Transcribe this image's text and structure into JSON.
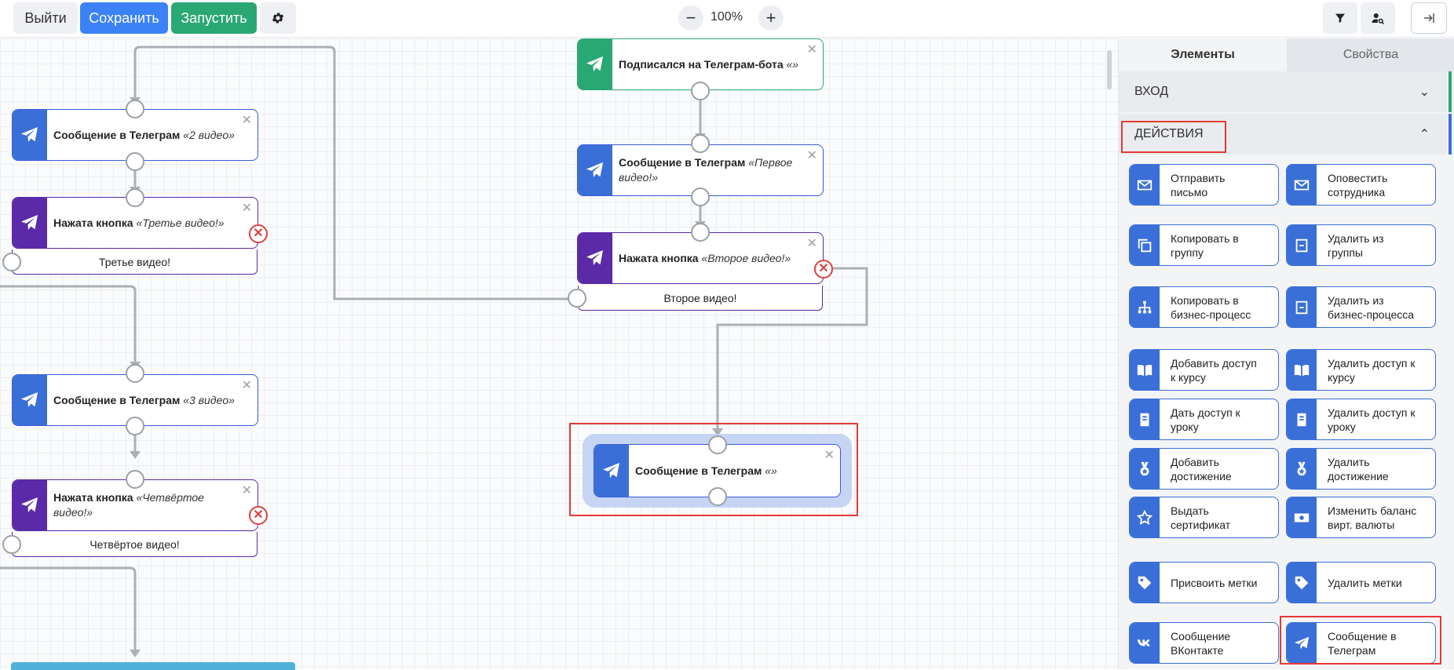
{
  "toolbar": {
    "exit_label": "Выйти",
    "save_label": "Сохранить",
    "run_label": "Запустить",
    "zoom": "100%",
    "zoom_minus": "−",
    "zoom_plus": "+",
    "icons": [
      "gear-icon",
      "filter-icon",
      "user-search-icon",
      "exit-panel-icon"
    ]
  },
  "canvas": {
    "nodes": [
      {
        "title": "Сообщение в Телеграм",
        "quote": "«2 видео»",
        "kind": "telegram"
      },
      {
        "title": "Нажата кнопка",
        "quote": "«Третье видео!»",
        "kind": "button",
        "button_text": "Третье видео!"
      },
      {
        "title": "Сообщение в Телеграм",
        "quote": "«3 видео»",
        "kind": "telegram"
      },
      {
        "title": "Нажата кнопка",
        "quote": "«Четвёртое видео!»",
        "kind": "button",
        "button_text": "Четвёртое видео!"
      },
      {
        "title": "Подписался на Телеграм-бота",
        "quote": "«»",
        "kind": "trigger"
      },
      {
        "title": "Сообщение в Телеграм",
        "quote": "«Первое",
        "quote2": "видео!»",
        "kind": "telegram"
      },
      {
        "title": "Нажата кнопка",
        "quote": "«Второе видео!»",
        "kind": "button",
        "button_text": "Второе видео!"
      },
      {
        "title": "Сообщение в Телеграм",
        "quote": "«»",
        "kind": "telegram",
        "selected": true
      }
    ],
    "close_glyph": "✕",
    "error_glyph": "✕"
  },
  "panel": {
    "tabs": [
      "Элементы",
      "Свойства"
    ],
    "active_tab": 0,
    "sections": [
      {
        "label": "ВХОД",
        "expanded": false,
        "color": "#2aa873"
      },
      {
        "label": "ДЕЙСТВИЯ",
        "expanded": true,
        "color": "#3b6fd8"
      }
    ],
    "actions": [
      {
        "l1": "Отправить",
        "l2": "письмо",
        "icon": "mail-icon"
      },
      {
        "l1": "Оповестить",
        "l2": "сотрудника",
        "icon": "mail-icon"
      },
      {
        "l1": "Копировать в",
        "l2": "группу",
        "icon": "copy-icon"
      },
      {
        "l1": "Удалить из",
        "l2": "группы",
        "icon": "minus-box-icon"
      },
      {
        "l1": "Копировать в",
        "l2": "бизнес-процесс",
        "icon": "hierarchy-icon"
      },
      {
        "l1": "Удалить из",
        "l2": "бизнес-процесса",
        "icon": "minus-box-icon"
      },
      {
        "l1": "Добавить доступ",
        "l2": "к курсу",
        "icon": "book-icon"
      },
      {
        "l1": "Удалить доступ к",
        "l2": "курсу",
        "icon": "book-icon"
      },
      {
        "l1": "Дать доступ к",
        "l2": "уроку",
        "icon": "notebook-icon"
      },
      {
        "l1": "Удалить доступ к",
        "l2": "уроку",
        "icon": "notebook-icon"
      },
      {
        "l1": "Добавить",
        "l2": "достижение",
        "icon": "medal-icon"
      },
      {
        "l1": "Удалить",
        "l2": "достижение",
        "icon": "medal-icon"
      },
      {
        "l1": "Выдать",
        "l2": "сертификат",
        "icon": "star-icon"
      },
      {
        "l1": "Изменить баланс",
        "l2": "вирт. валюты",
        "icon": "banknote-icon"
      },
      {
        "l1": "Присвоить метки",
        "l2": "",
        "icon": "tag-icon"
      },
      {
        "l1": "Удалить метки",
        "l2": "",
        "icon": "tag-icon"
      },
      {
        "l1": "Сообщение",
        "l2": "ВКонтакте",
        "icon": "vk-icon"
      },
      {
        "l1": "Сообщение в",
        "l2": "Телеграм",
        "icon": "telegram-icon"
      }
    ]
  },
  "colors": {
    "accent": "#3b82f6",
    "run": "#2aa873",
    "telegram": "#3b6fd8",
    "button_node": "#5b2aa8",
    "highlight": "#e53935"
  }
}
